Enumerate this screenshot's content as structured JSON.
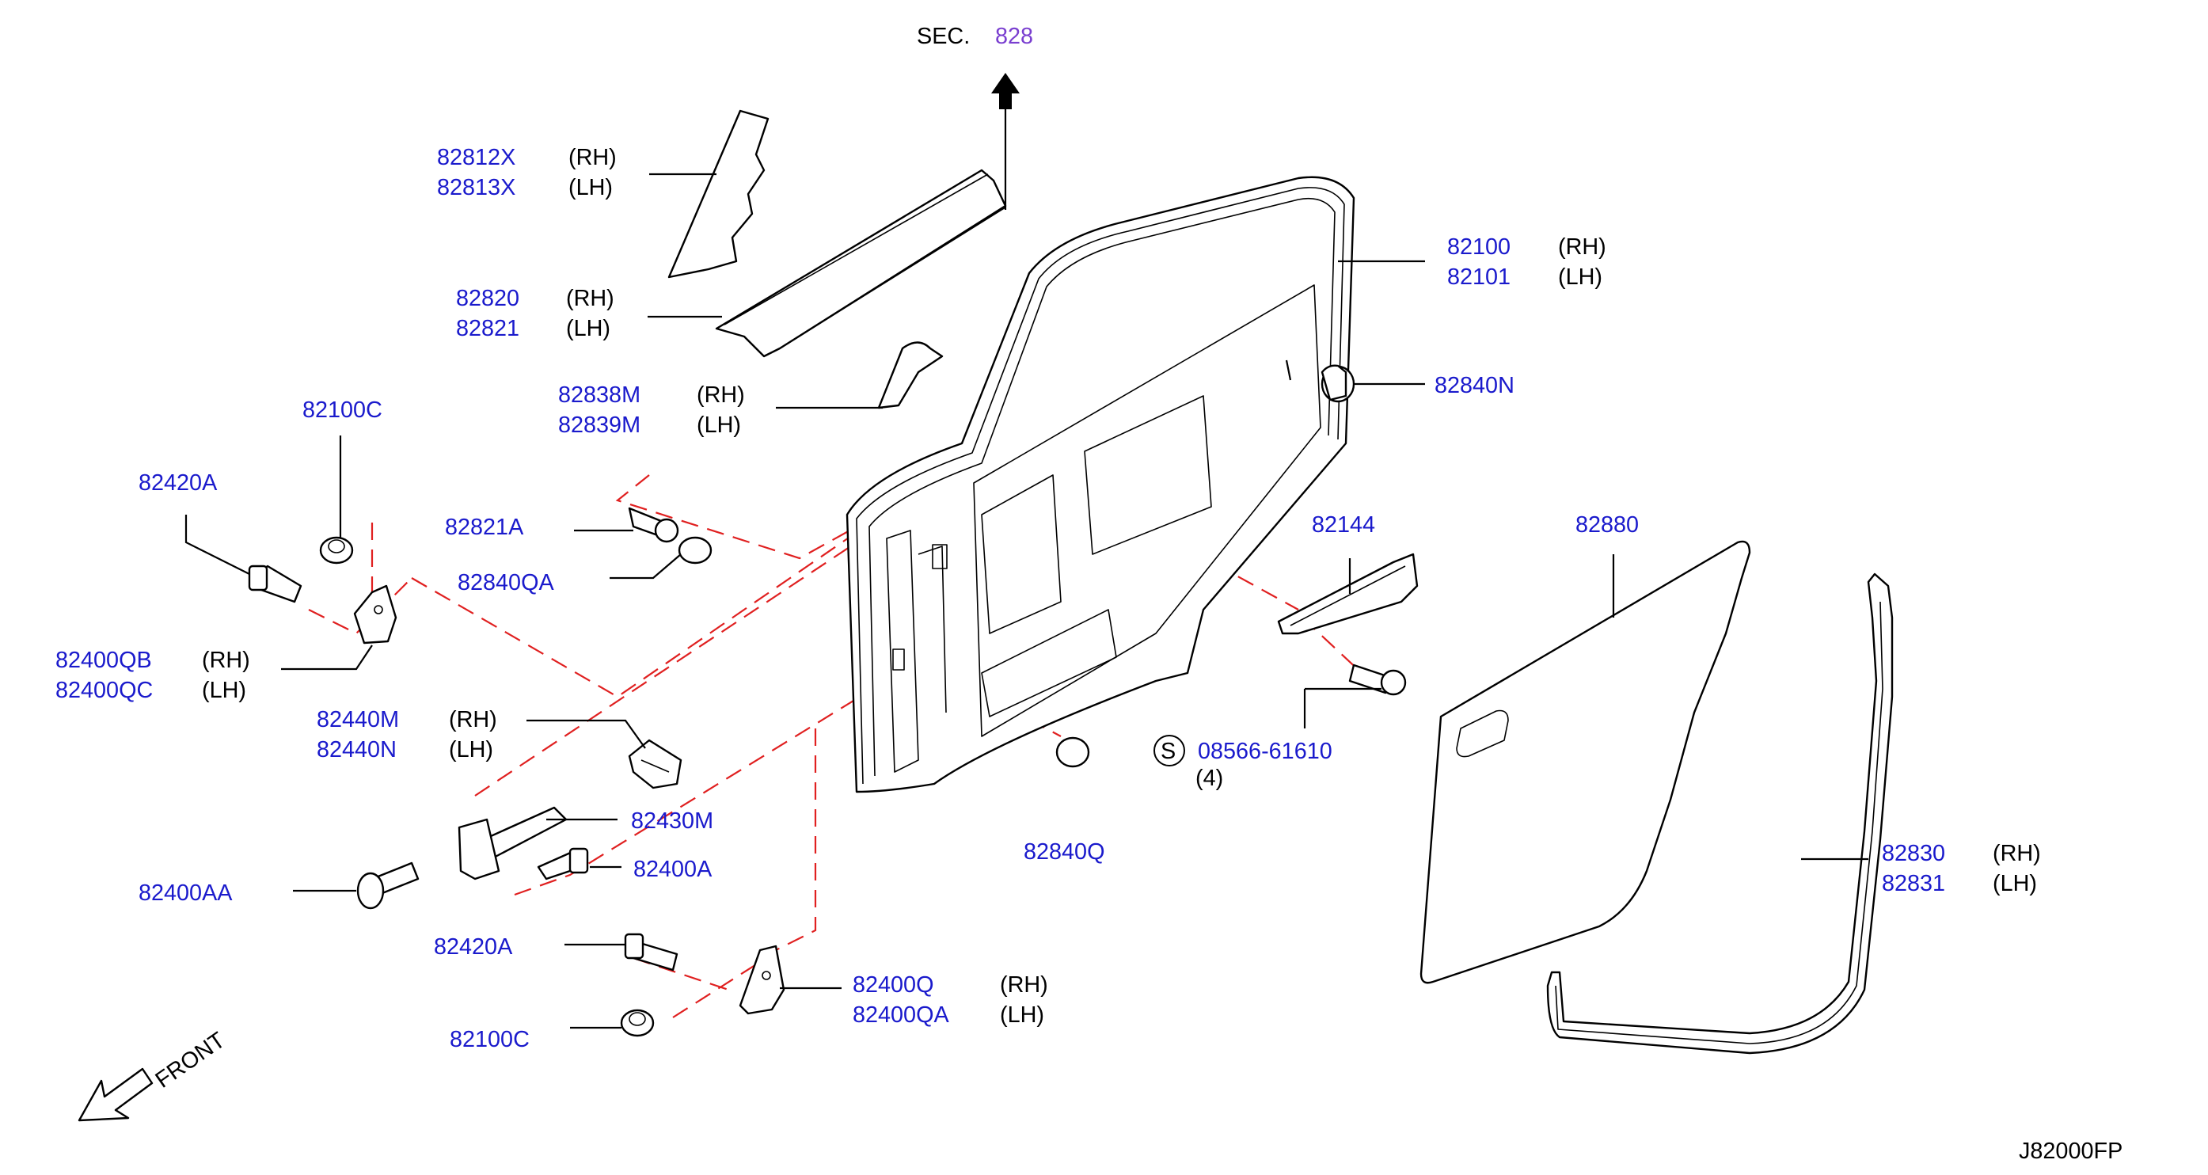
{
  "section": {
    "prefix": "SEC.",
    "number": "828"
  },
  "figure_id": "J82000FP",
  "front_label": "FRONT",
  "callouts": {
    "c82812": {
      "parts": [
        "82812X",
        "82813X"
      ],
      "sides": [
        "(RH)",
        "(LH)"
      ]
    },
    "c82820": {
      "parts": [
        "82820",
        "82821"
      ],
      "sides": [
        "(RH)",
        "(LH)"
      ]
    },
    "c82838": {
      "parts": [
        "82838M",
        "82839M"
      ],
      "sides": [
        "(RH)",
        "(LH)"
      ]
    },
    "c82100": {
      "parts": [
        "82100",
        "82101"
      ],
      "sides": [
        "(RH)",
        "(LH)"
      ]
    },
    "c82840N": {
      "parts": [
        "82840N"
      ]
    },
    "c82100C_top": {
      "parts": [
        "82100C"
      ]
    },
    "c82420A_top": {
      "parts": [
        "82420A"
      ]
    },
    "c82821A": {
      "parts": [
        "82821A"
      ]
    },
    "c82840QA": {
      "parts": [
        "82840QA"
      ]
    },
    "c82400QB": {
      "parts": [
        "82400QB",
        "82400QC"
      ],
      "sides": [
        "(RH)",
        "(LH)"
      ]
    },
    "c82440M": {
      "parts": [
        "82440M",
        "82440N"
      ],
      "sides": [
        "(RH)",
        "(LH)"
      ]
    },
    "c82430M": {
      "parts": [
        "82430M"
      ]
    },
    "c82400A": {
      "parts": [
        "82400A"
      ]
    },
    "c82400AA": {
      "parts": [
        "82400AA"
      ]
    },
    "c82420A_bot": {
      "parts": [
        "82420A"
      ]
    },
    "c82100C_bot": {
      "parts": [
        "82100C"
      ]
    },
    "c82400Q": {
      "parts": [
        "82400Q",
        "82400QA"
      ],
      "sides": [
        "(RH)",
        "(LH)"
      ]
    },
    "c82840Q": {
      "parts": [
        "82840Q"
      ]
    },
    "c82144": {
      "parts": [
        "82144"
      ]
    },
    "c08566": {
      "symbol": "S",
      "parts": [
        "08566-61610"
      ],
      "qty": "(4)"
    },
    "c82880": {
      "parts": [
        "82880"
      ]
    },
    "c82830": {
      "parts": [
        "82830",
        "82831"
      ],
      "sides": [
        "(RH)",
        "(LH)"
      ]
    }
  }
}
